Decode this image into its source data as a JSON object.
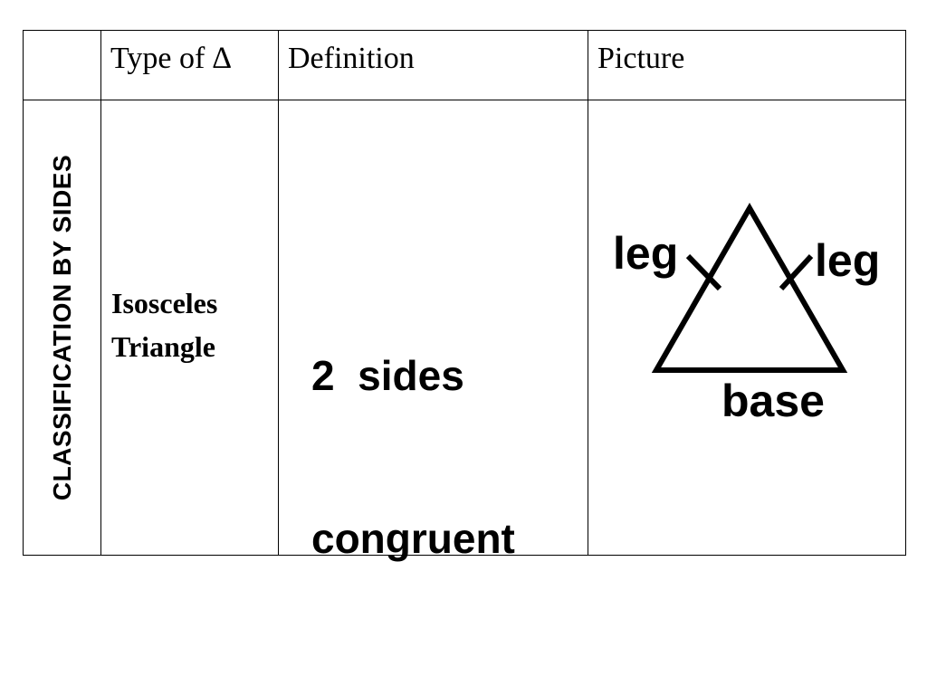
{
  "table": {
    "headers": {
      "blank": "",
      "type": "Type of ∆",
      "definition": "Definition",
      "picture": "Picture"
    },
    "row": {
      "group_label": "CLASSIFICATION BY SIDES",
      "type_line1": "Isosceles",
      "type_line2": "Triangle",
      "definition_line1": "2  sides",
      "definition_line2": "congruent",
      "picture_labels": {
        "left_leg": "leg",
        "right_leg": "leg",
        "base": "base"
      }
    }
  }
}
